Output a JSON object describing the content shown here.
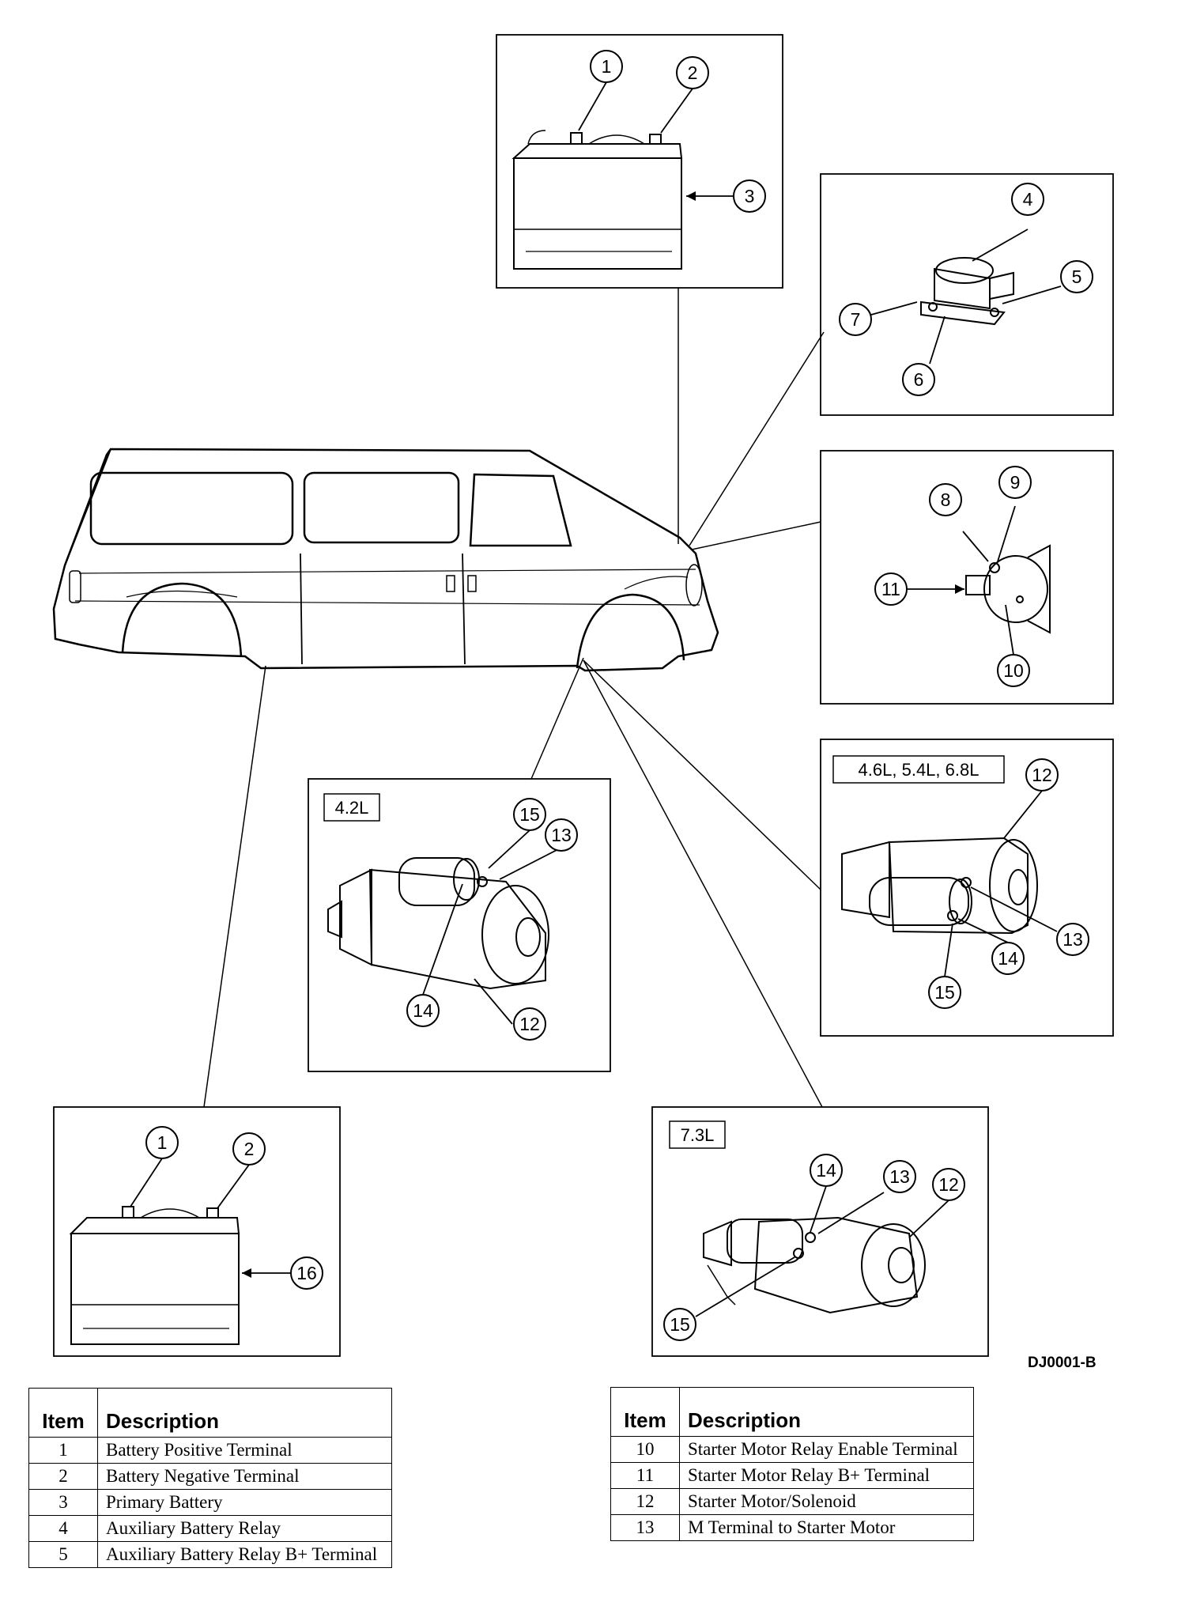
{
  "figure_id": "DJ0001-B",
  "engine_labels": {
    "v42": "4.2L",
    "v46": "4.6L, 5.4L, 6.8L",
    "v73": "7.3L"
  },
  "callouts": [
    "1",
    "2",
    "3",
    "4",
    "5",
    "6",
    "7",
    "8",
    "9",
    "10",
    "11",
    "12",
    "13",
    "14",
    "15",
    "16"
  ],
  "legend_left": {
    "header_item": "Item",
    "header_desc": "Description",
    "rows": [
      {
        "item": "1",
        "desc": "Battery Positive Terminal"
      },
      {
        "item": "2",
        "desc": "Battery Negative Terminal"
      },
      {
        "item": "3",
        "desc": "Primary Battery"
      },
      {
        "item": "4",
        "desc": "Auxiliary Battery Relay"
      },
      {
        "item": "5",
        "desc": "Auxiliary Battery Relay B+ Terminal"
      }
    ]
  },
  "legend_right": {
    "header_item": "Item",
    "header_desc": "Description",
    "rows": [
      {
        "item": "10",
        "desc": "Starter Motor Relay Enable Terminal"
      },
      {
        "item": "11",
        "desc": "Starter Motor Relay B+ Terminal"
      },
      {
        "item": "12",
        "desc": "Starter Motor/Solenoid"
      },
      {
        "item": "13",
        "desc": "M Terminal to Starter Motor"
      }
    ]
  }
}
